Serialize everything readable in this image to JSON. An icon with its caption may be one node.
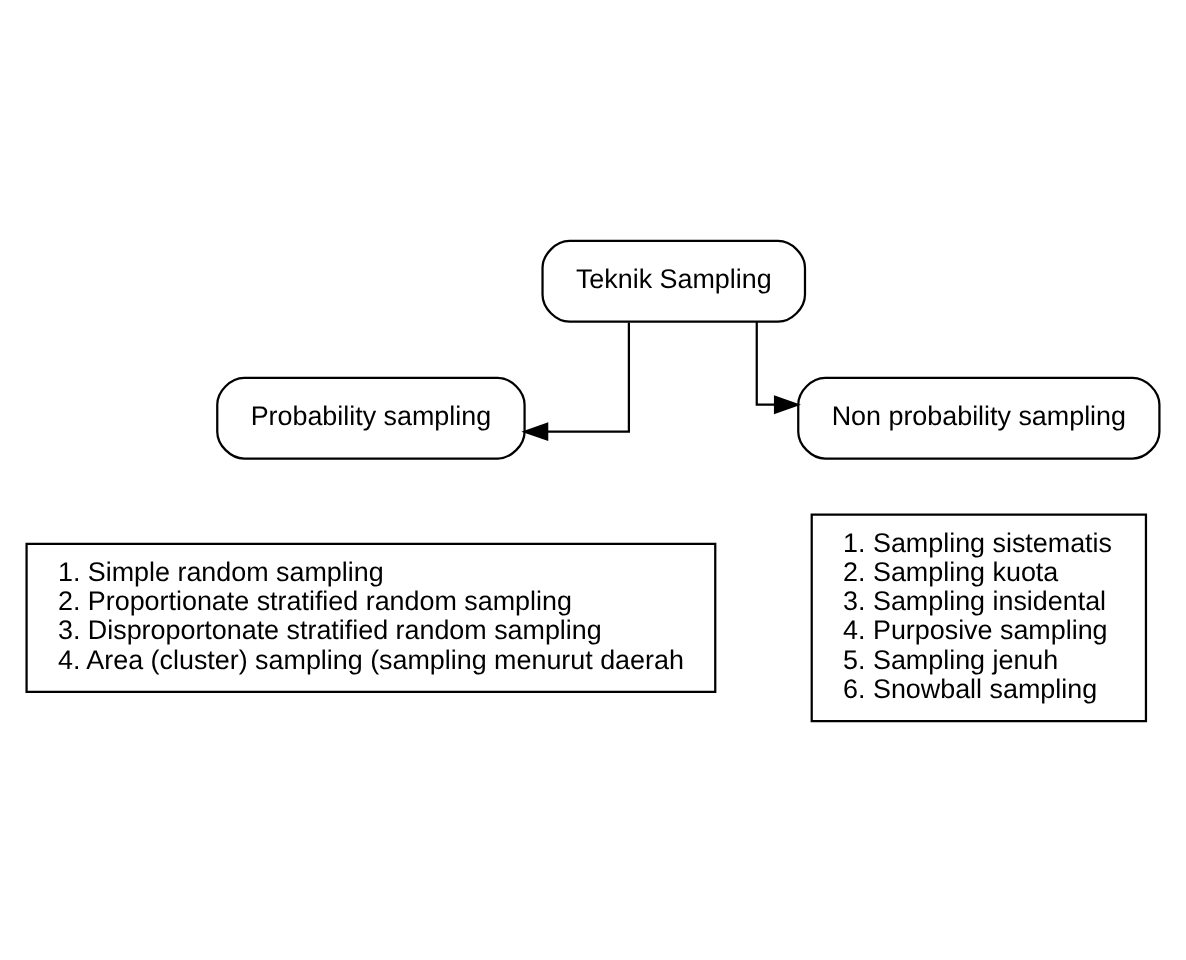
{
  "diagram": {
    "nodes": [
      {
        "text": [
          "Teknik Sampling"
        ]
      },
      {
        "text": [
          "Probability sampling"
        ]
      },
      {
        "text": [
          "Non probability sampling"
        ]
      },
      {
        "text": [
          "1. Simple random sampling",
          "2. Proportionate stratified random sampling",
          "3. Disproportonate stratified random sampling",
          "4. Area (cluster) sampling (sampling menurut daerah"
        ]
      },
      {
        "text": [
          "1. Sampling sistematis",
          "2. Sampling kuota",
          "3. Sampling insidental",
          "4. Purposive sampling",
          "5. Sampling jenuh",
          "6. Snowball sampling"
        ]
      }
    ],
    "edges": [
      {
        "from": 0,
        "to": 1,
        "arrow": "to"
      },
      {
        "from": 0,
        "to": 2,
        "arrow": "to"
      }
    ]
  }
}
